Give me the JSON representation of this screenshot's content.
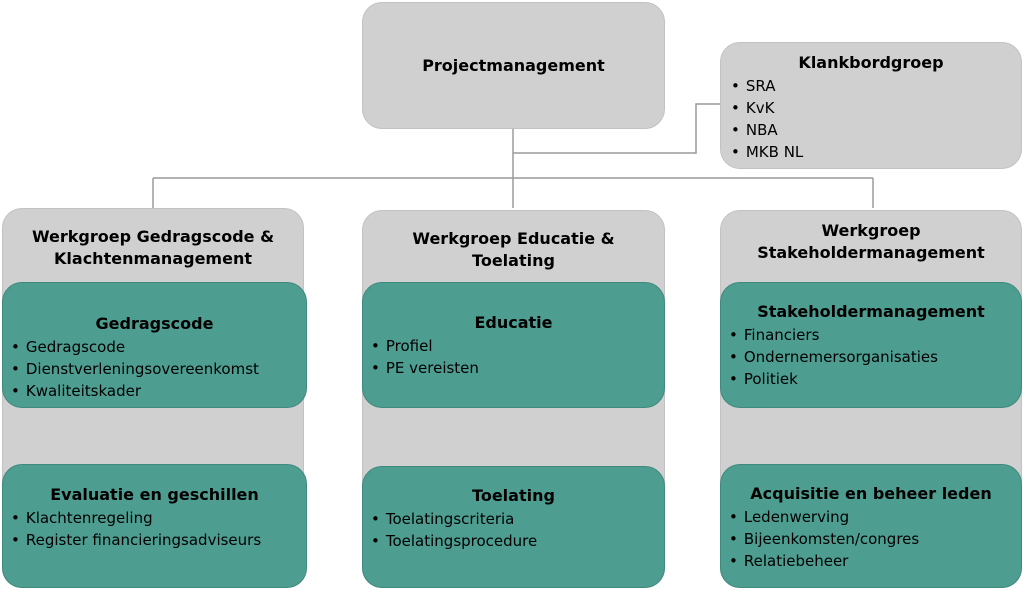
{
  "top": {
    "title": "Projectmanagement"
  },
  "sounding_board": {
    "title": "Klankbordgroep",
    "items": [
      "SRA",
      "KvK",
      "NBA",
      "MKB NL"
    ]
  },
  "columns": [
    {
      "title_line1": "Werkgroep Gedragscode &",
      "title_line2": "Klachtenmanagement",
      "blocks": [
        {
          "title": "Gedragscode",
          "items": [
            "Gedragscode",
            "Dienstverleningsovereenkomst",
            "Kwaliteitskader"
          ]
        },
        {
          "title": "Evaluatie en geschillen",
          "items": [
            "Klachtenregeling",
            "Register financieringsadviseurs"
          ]
        }
      ]
    },
    {
      "title_line1": "Werkgroep Educatie &",
      "title_line2": "Toelating",
      "blocks": [
        {
          "title": "Educatie",
          "items": [
            "Profiel",
            "PE vereisten"
          ]
        },
        {
          "title": "Toelating",
          "items": [
            "Toelatingscriteria",
            "Toelatingsprocedure"
          ]
        }
      ]
    },
    {
      "title_line1": "Werkgroep",
      "title_line2": "Stakeholdermanagement",
      "blocks": [
        {
          "title": "Stakeholdermanagement",
          "items": [
            "Financiers",
            "Ondernemersorganisaties",
            "Politiek"
          ]
        },
        {
          "title": "Acquisitie en beheer leden",
          "items": [
            "Ledenwerving",
            "Bijeenkomsten/congres",
            "Relatiebeheer"
          ]
        }
      ]
    }
  ],
  "colors": {
    "group_box": "#d0d0d0",
    "sub_box": "#4d9d90",
    "line": "#9a9a9a"
  }
}
